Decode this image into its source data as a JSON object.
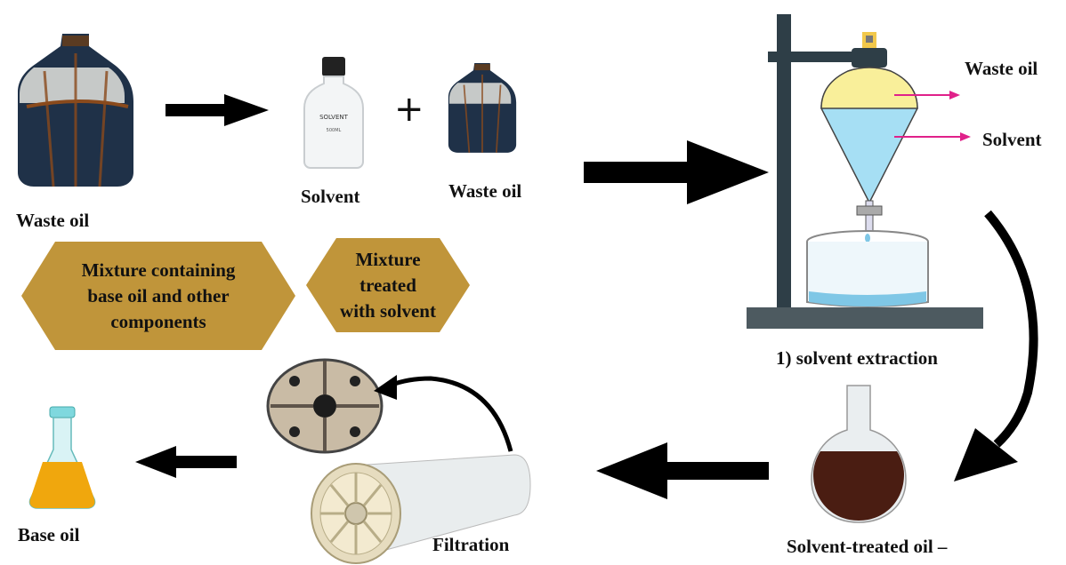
{
  "labels": {
    "waste_oil_1": "Waste oil",
    "solvent": "Solvent",
    "waste_oil_2": "Waste oil",
    "plus": "+",
    "bottle_label": "SOLVENT",
    "bottle_sub": "500ML",
    "funnel_waste_oil": "Waste oil",
    "funnel_solvent": "Solvent",
    "solvent_extraction": "1)  solvent extraction",
    "solvent_treated_oil": "Solvent-treated oil –",
    "filtration": "Filtration",
    "base_oil": "Base oil"
  },
  "hexagons": {
    "mixture_base": [
      "Mixture containing",
      "base oil and other",
      "components"
    ],
    "mixture_treated": [
      "Mixture",
      "treated",
      "with solvent"
    ]
  },
  "colors": {
    "hexagon_fill": "#c0953a",
    "oil_dark": "#1f3148",
    "solvent_blue": "#a6dff4",
    "waste_oil_yellow": "#f9ef9a",
    "arrow_pink": "#e0218a",
    "stand_dark": "#2e3e47"
  }
}
